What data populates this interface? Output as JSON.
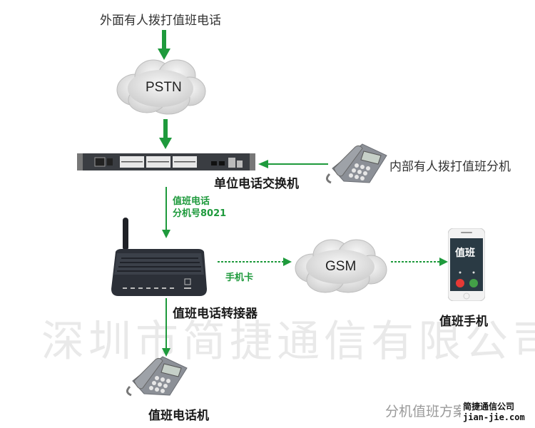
{
  "title": "分机值班方案",
  "watermark": "深圳市简捷通信有限公司",
  "logo": {
    "cn": "简捷通信公司",
    "en": "jian-jie.com"
  },
  "labels": {
    "external_caller": "外面有人拨打值班电话",
    "pstn": "PSTN",
    "pbx": "单位电话交换机",
    "internal_caller": "内部有人拨打值班分机",
    "extension_line1": "值班电话",
    "extension_line2": "分机号8021",
    "forwarder": "值班电话转接器",
    "sim_card": "手机卡",
    "gsm": "GSM",
    "duty_mobile": "值班手机",
    "mobile_screen": "值班",
    "duty_phone": "值班电话机"
  },
  "colors": {
    "arrow": "#1e9a3c",
    "cloud": "#d9d9d9"
  }
}
